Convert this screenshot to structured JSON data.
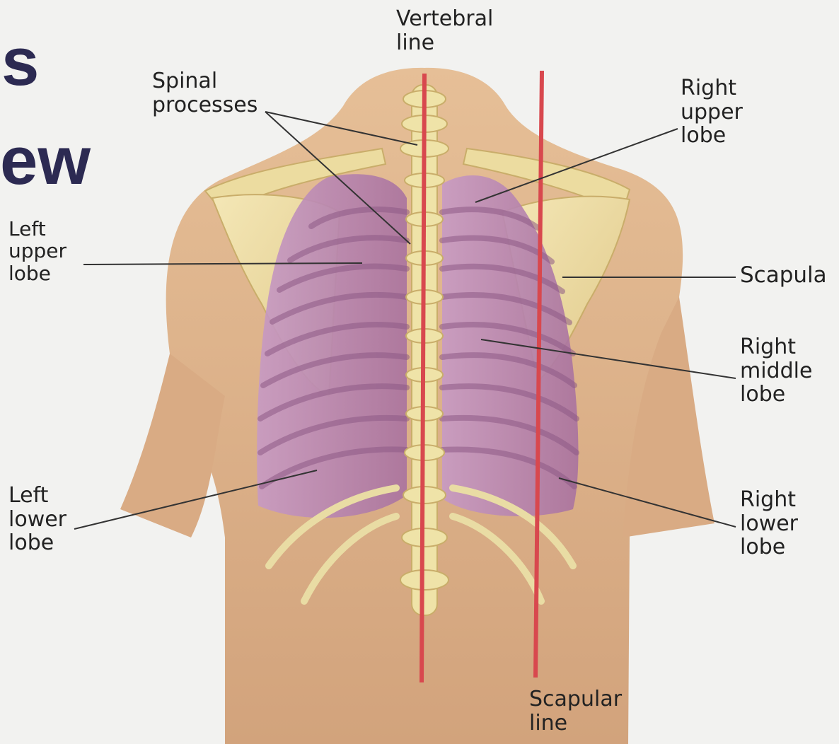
{
  "heading": {
    "fragment_1": "s",
    "fragment_2": "ew"
  },
  "labels": {
    "vertebral_line": "Vertebral\nline",
    "spinal_processes": "Spinal\nprocesses",
    "right_upper_lobe": "Right\nupper\nlobe",
    "left_upper_lobe": "Left\nupper\nlobe",
    "scapula": "Scapula",
    "right_middle_lobe": "Right\nmiddle\nlobe",
    "left_lower_lobe": "Left\nlower\nlobe",
    "right_lower_lobe": "Right\nlower\nlobe",
    "scapular_line": "Scapular\nline"
  },
  "colors": {
    "skin": "#ddb38c",
    "lung": "#b07aa8",
    "bone": "#efe3a8",
    "guide_line": "#d8484e",
    "heading": "#2c2a52"
  }
}
